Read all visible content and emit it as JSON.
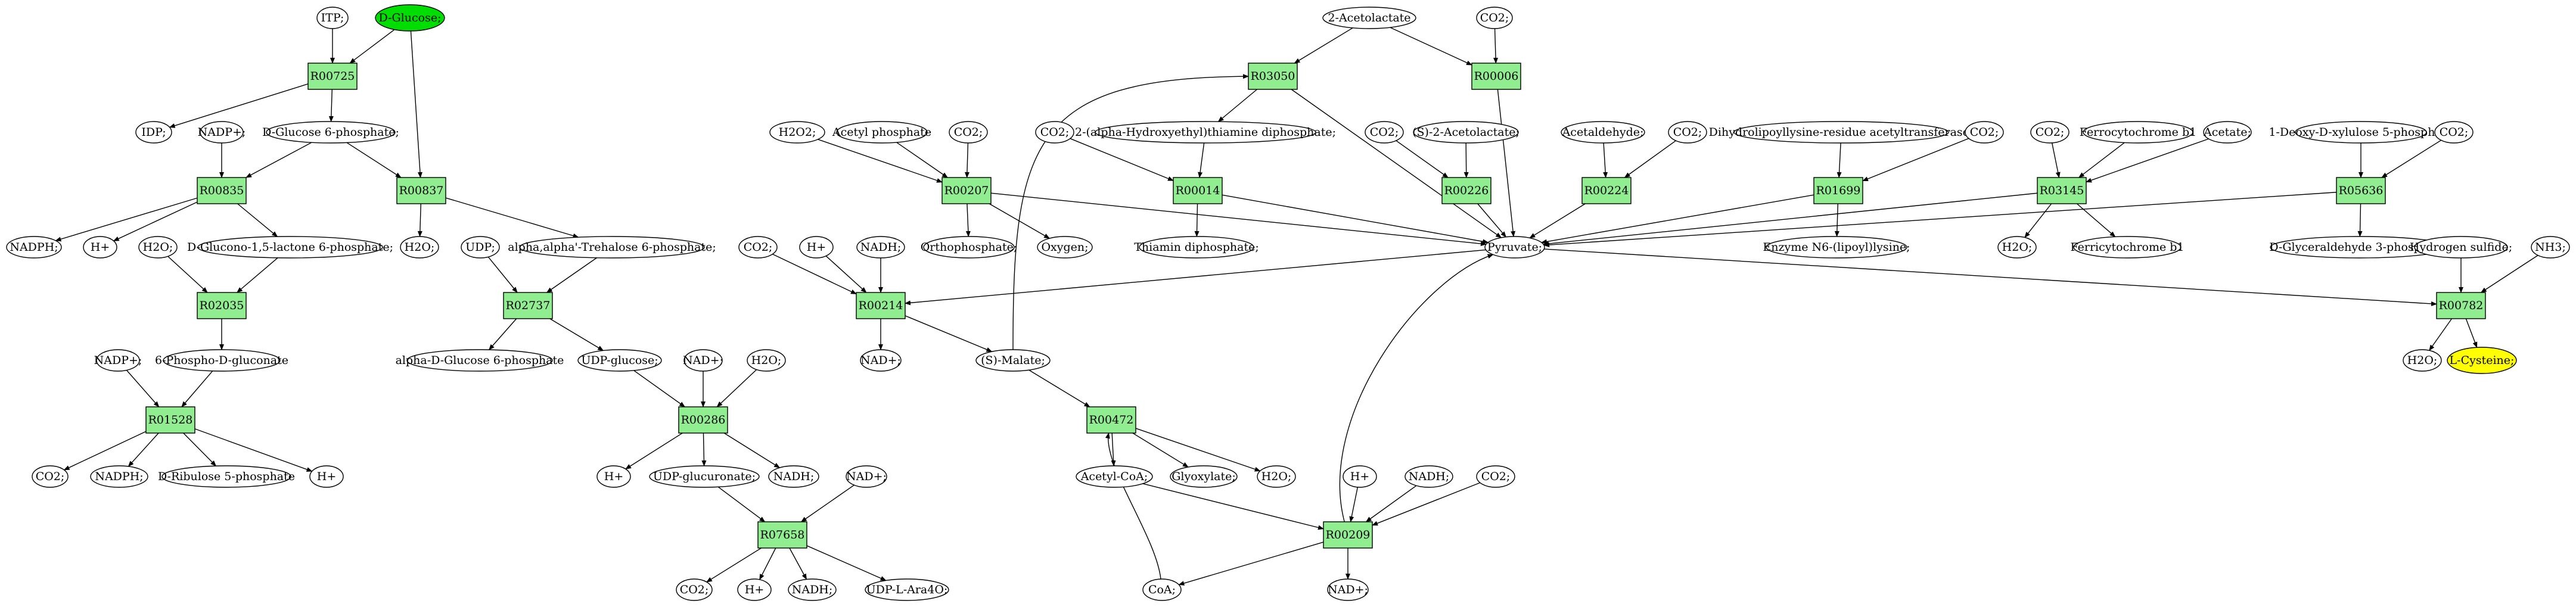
{
  "compounds": {
    "C_ITP": {
      "label": "ITP;"
    },
    "C_DGLC": {
      "label": "D-Glucose;",
      "fill": "#00dd00"
    },
    "C_IDP": {
      "label": "IDP;"
    },
    "C_NADP1": {
      "label": "NADP+;"
    },
    "C_G6P": {
      "label": "D-Glucose 6-phosphate;"
    },
    "C_NADPH1": {
      "label": "NADPH;"
    },
    "C_H1": {
      "label": "H+"
    },
    "C_H2O1": {
      "label": "H2O;"
    },
    "C_GL6P": {
      "label": "D-Glucono-1,5-lactone 6-phosphate;"
    },
    "C_H2O2a": {
      "label": "H2O;"
    },
    "C_UDP": {
      "label": "UDP;"
    },
    "C_TRE6P": {
      "label": "alpha,alpha'-Trehalose 6-phosphate;"
    },
    "C_6PG": {
      "label": "6-Phospho-D-gluconate"
    },
    "C_NADP2": {
      "label": "NADP+;"
    },
    "C_AG6P": {
      "label": "alpha-D-Glucose 6-phosphate"
    },
    "C_UDPG": {
      "label": "UDP-glucose;"
    },
    "C_CO2a": {
      "label": "CO2;"
    },
    "C_NADPH2": {
      "label": "NADPH;"
    },
    "C_RU5P": {
      "label": "D-Ribulose 5-phosphate"
    },
    "C_H2": {
      "label": "H+"
    },
    "C_NAD1": {
      "label": "NAD+;"
    },
    "C_H2O3": {
      "label": "H2O;"
    },
    "C_H3": {
      "label": "H+"
    },
    "C_UDPGA": {
      "label": "UDP-glucuronate;"
    },
    "C_NADH1": {
      "label": "NADH;"
    },
    "C_NAD2": {
      "label": "NAD+;"
    },
    "C_CO2b": {
      "label": "CO2;"
    },
    "C_H4": {
      "label": "H+"
    },
    "C_NADH2": {
      "label": "NADH;"
    },
    "C_UDPARA": {
      "label": "UDP-L-Ara4O;"
    },
    "C_ACLAC": {
      "label": "2-Acetolactate"
    },
    "C_CO2c": {
      "label": "CO2;"
    },
    "C_H2O2": {
      "label": "H2O2;"
    },
    "C_ACP": {
      "label": "Acetyl phosphate"
    },
    "C_CO2d": {
      "label": "CO2;"
    },
    "C_CO2e": {
      "label": "CO2;"
    },
    "C_HETPP": {
      "label": "2-(alpha-Hydroxyethyl)thiamine diphosphate;"
    },
    "C_CO2f": {
      "label": "CO2;"
    },
    "C_SACLAC": {
      "label": "(S)-2-Acetolactate;"
    },
    "C_ACAL": {
      "label": "Acetaldehyde;"
    },
    "C_CO2g": {
      "label": "CO2;"
    },
    "C_DLLYS": {
      "label": "Dihydrolipoyllysine-residue acetyltransferase]"
    },
    "C_CO2h": {
      "label": "CO2;"
    },
    "C_CO2i": {
      "label": "CO2;"
    },
    "C_FDXR": {
      "label": "Ferrocytochrome b1"
    },
    "C_AC": {
      "label": "Acetate;"
    },
    "C_DXP": {
      "label": "1-Deoxy-D-xylulose 5-phosphate"
    },
    "C_CO2j": {
      "label": "CO2;"
    },
    "C_PI": {
      "label": "Orthophosphate;"
    },
    "C_O2": {
      "label": "Oxygen;"
    },
    "C_TPP": {
      "label": "Thiamin diphosphate;"
    },
    "C_PYR": {
      "label": "Pyruvate;"
    },
    "C_LIPLYS": {
      "label": "Enzyme N6-(lipoyl)lysine;"
    },
    "C_H2O4": {
      "label": "H2O;"
    },
    "C_FDXO": {
      "label": "Ferricytochrome b1"
    },
    "C_GA3P": {
      "label": "D-Glyceraldehyde 3-phosphate;"
    },
    "C_H2S": {
      "label": "Hydrogen sulfide;"
    },
    "C_NH3": {
      "label": "NH3;"
    },
    "C_CO2k": {
      "label": "CO2;"
    },
    "C_H5": {
      "label": "H+"
    },
    "C_NADH3": {
      "label": "NADH;"
    },
    "C_NAD3": {
      "label": "NAD+;"
    },
    "C_MAL": {
      "label": "(S)-Malate;"
    },
    "C_ACCOA": {
      "label": "Acetyl-CoA;"
    },
    "C_GLX": {
      "label": "Glyoxylate;"
    },
    "C_H2O5": {
      "label": "H2O;"
    },
    "C_H6": {
      "label": "H+"
    },
    "C_NADH4": {
      "label": "NADH;"
    },
    "C_CO2l": {
      "label": "CO2;"
    },
    "C_COA": {
      "label": "CoA;"
    },
    "C_NAD4": {
      "label": "NAD+;"
    },
    "C_H2O6": {
      "label": "H2O;"
    },
    "C_LCYS": {
      "label": "L-Cysteine;",
      "fill": "#ffff00"
    }
  },
  "reactions": {
    "R00725": {
      "label": "R00725"
    },
    "R00835": {
      "label": "R00835"
    },
    "R00837": {
      "label": "R00837"
    },
    "R02035": {
      "label": "R02035"
    },
    "R02737": {
      "label": "R02737"
    },
    "R01528": {
      "label": "R01528"
    },
    "R00286": {
      "label": "R00286"
    },
    "R07658": {
      "label": "R07658"
    },
    "R03050": {
      "label": "R03050"
    },
    "R00006": {
      "label": "R00006"
    },
    "R00207": {
      "label": "R00207"
    },
    "R00014": {
      "label": "R00014"
    },
    "R00226": {
      "label": "R00226"
    },
    "R00224": {
      "label": "R00224"
    },
    "R01699": {
      "label": "R01699"
    },
    "R03145": {
      "label": "R03145"
    },
    "R05636": {
      "label": "R05636"
    },
    "R00214": {
      "label": "R00214"
    },
    "R00472": {
      "label": "R00472"
    },
    "R00209": {
      "label": "R00209"
    },
    "R00782": {
      "label": "R00782"
    }
  },
  "edges": [
    [
      "C_ITP",
      "R00725"
    ],
    [
      "C_DGLC",
      "R00725"
    ],
    [
      "R00725",
      "C_IDP"
    ],
    [
      "R00725",
      "C_G6P"
    ],
    [
      "C_DGLC",
      "R00837"
    ],
    [
      "C_NADP1",
      "R00835"
    ],
    [
      "C_G6P",
      "R00835"
    ],
    [
      "R00835",
      "C_NADPH1"
    ],
    [
      "R00835",
      "C_H1"
    ],
    [
      "R00835",
      "C_GL6P"
    ],
    [
      "C_G6P",
      "R00837"
    ],
    [
      "R00837",
      "C_H2O2a"
    ],
    [
      "R00837",
      "C_TRE6P"
    ],
    [
      "C_H2O1",
      "R02035"
    ],
    [
      "C_GL6P",
      "R02035"
    ],
    [
      "R02035",
      "C_6PG"
    ],
    [
      "C_UDP",
      "R02737"
    ],
    [
      "C_TRE6P",
      "R02737"
    ],
    [
      "R02737",
      "C_AG6P"
    ],
    [
      "R02737",
      "C_UDPG"
    ],
    [
      "C_NADP2",
      "R01528"
    ],
    [
      "C_6PG",
      "R01528"
    ],
    [
      "R01528",
      "C_CO2a"
    ],
    [
      "R01528",
      "C_NADPH2"
    ],
    [
      "R01528",
      "C_RU5P"
    ],
    [
      "R01528",
      "C_H2"
    ],
    [
      "C_UDPG",
      "R00286"
    ],
    [
      "C_NAD1",
      "R00286"
    ],
    [
      "C_H2O3",
      "R00286"
    ],
    [
      "R00286",
      "C_H3"
    ],
    [
      "R00286",
      "C_UDPGA"
    ],
    [
      "R00286",
      "C_NADH1"
    ],
    [
      "C_UDPGA",
      "R07658"
    ],
    [
      "C_NAD2",
      "R07658"
    ],
    [
      "R07658",
      "C_CO2b"
    ],
    [
      "R07658",
      "C_H4"
    ],
    [
      "R07658",
      "C_NADH2"
    ],
    [
      "R07658",
      "C_UDPARA"
    ],
    [
      "C_ACLAC",
      "R03050"
    ],
    [
      "C_ACLAC",
      "R00006"
    ],
    [
      "C_CO2c",
      "R00006"
    ],
    [
      "C_H2O2",
      "R00207"
    ],
    [
      "C_ACP",
      "R00207"
    ],
    [
      "C_CO2d",
      "R00207"
    ],
    [
      "R00207",
      "C_PI"
    ],
    [
      "R00207",
      "C_O2"
    ],
    [
      "R00207",
      "C_PYR"
    ],
    [
      "C_CO2e",
      "R00014"
    ],
    [
      "C_HETPP",
      "R00014"
    ],
    [
      "R00014",
      "C_TPP"
    ],
    [
      "R00014",
      "C_PYR"
    ],
    [
      "R03050",
      "C_HETPP"
    ],
    [
      "R03050",
      "C_PYR"
    ],
    [
      "C_MAL",
      "R03050"
    ],
    [
      "R00006",
      "C_PYR"
    ],
    [
      "C_CO2f",
      "R00226"
    ],
    [
      "C_SACLAC",
      "R00226"
    ],
    [
      "R00226",
      "C_PYR"
    ],
    [
      "C_ACAL",
      "R00224"
    ],
    [
      "C_CO2g",
      "R00224"
    ],
    [
      "R00224",
      "C_PYR"
    ],
    [
      "C_DLLYS",
      "R01699"
    ],
    [
      "C_CO2h",
      "R01699"
    ],
    [
      "R01699",
      "C_LIPLYS"
    ],
    [
      "R01699",
      "C_PYR"
    ],
    [
      "C_CO2i",
      "R03145"
    ],
    [
      "C_FDXR",
      "R03145"
    ],
    [
      "C_AC",
      "R03145"
    ],
    [
      "R03145",
      "C_H2O4"
    ],
    [
      "R03145",
      "C_FDXO"
    ],
    [
      "R03145",
      "C_PYR"
    ],
    [
      "C_DXP",
      "R05636"
    ],
    [
      "C_CO2j",
      "R05636"
    ],
    [
      "R05636",
      "C_GA3P"
    ],
    [
      "R05636",
      "C_PYR"
    ],
    [
      "C_PYR",
      "R00214"
    ],
    [
      "C_CO2k",
      "R00214"
    ],
    [
      "C_H5",
      "R00214"
    ],
    [
      "C_NADH3",
      "R00214"
    ],
    [
      "R00214",
      "C_NAD3"
    ],
    [
      "R00214",
      "C_MAL"
    ],
    [
      "C_MAL",
      "R00472"
    ],
    [
      "C_COA",
      "R00472"
    ],
    [
      "R00472",
      "C_ACCOA"
    ],
    [
      "R00472",
      "C_GLX"
    ],
    [
      "R00472",
      "C_H2O5"
    ],
    [
      "C_ACCOA",
      "R00209"
    ],
    [
      "C_H6",
      "R00209"
    ],
    [
      "C_NADH4",
      "R00209"
    ],
    [
      "C_CO2l",
      "R00209"
    ],
    [
      "R00209",
      "C_COA"
    ],
    [
      "R00209",
      "C_NAD4"
    ],
    [
      "R00209",
      "C_PYR"
    ],
    [
      "C_PYR",
      "R00782"
    ],
    [
      "C_H2S",
      "R00782"
    ],
    [
      "C_NH3",
      "R00782"
    ],
    [
      "R00782",
      "C_H2O6"
    ],
    [
      "R00782",
      "C_LCYS"
    ]
  ]
}
